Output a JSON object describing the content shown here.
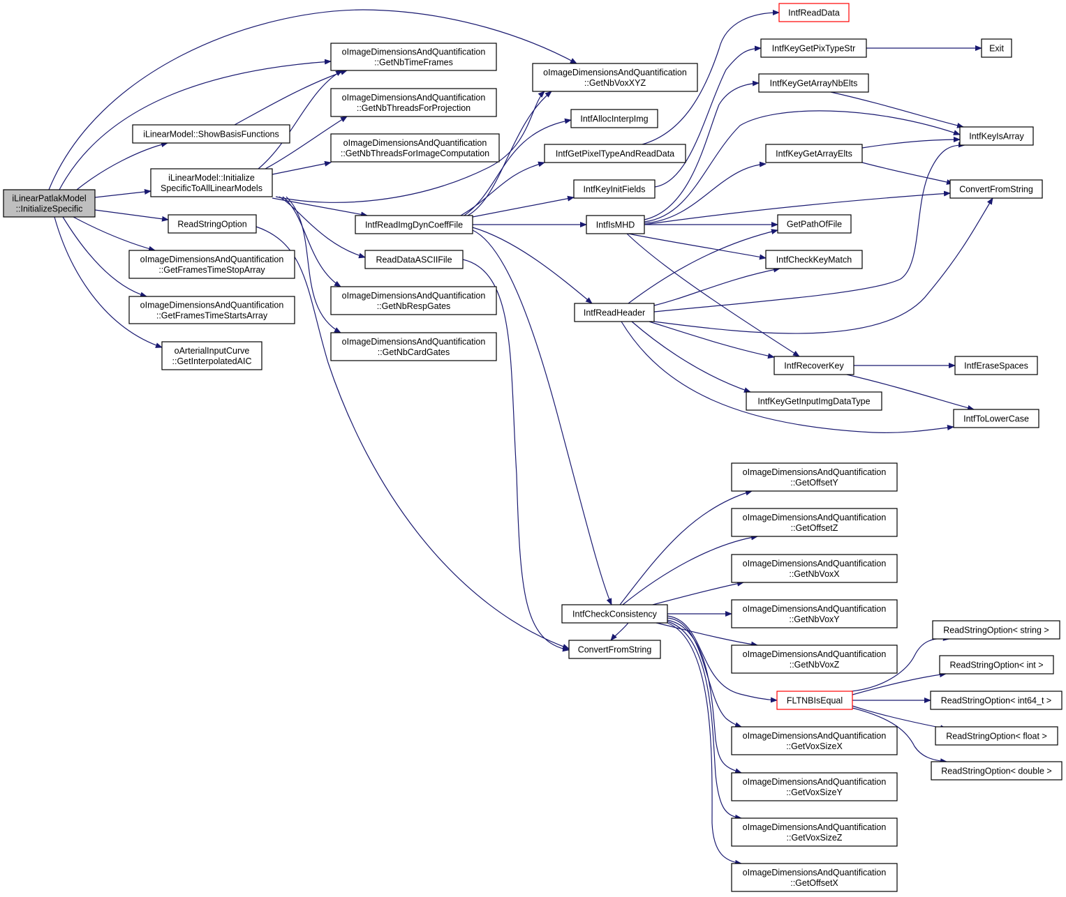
{
  "graph": {
    "edge_color": "#191970",
    "root_fill": "#bfbfbf",
    "highlight_border": "#ff0000",
    "nodes": {
      "root": {
        "lines": [
          "iLinearPatlakModel",
          "::InitializeSpecific"
        ]
      },
      "nbTimeFrames": {
        "lines": [
          "oImageDimensionsAndQuantification",
          "::GetNbTimeFrames"
        ]
      },
      "threadsProj": {
        "lines": [
          "oImageDimensionsAndQuantification",
          "::GetNbThreadsForProjection"
        ]
      },
      "threadsImg": {
        "lines": [
          "oImageDimensionsAndQuantification",
          "::GetNbThreadsForImageComputation"
        ]
      },
      "showBasis": {
        "lines": [
          "iLinearModel::ShowBasisFunctions"
        ]
      },
      "initSpecAll": {
        "lines": [
          "iLinearModel::Initialize",
          "SpecificToAllLinearModels"
        ]
      },
      "readStrOpt": {
        "lines": [
          "ReadStringOption"
        ]
      },
      "stopArray": {
        "lines": [
          "oImageDimensionsAndQuantification",
          "::GetFramesTimeStopArray"
        ]
      },
      "startsArray": {
        "lines": [
          "oImageDimensionsAndQuantification",
          "::GetFramesTimeStartsArray"
        ]
      },
      "aic": {
        "lines": [
          "oArterialInputCurve",
          "::GetInterpolatedAIC"
        ]
      },
      "respGates": {
        "lines": [
          "oImageDimensionsAndQuantification",
          "::GetNbRespGates"
        ]
      },
      "cardGates": {
        "lines": [
          "oImageDimensionsAndQuantification",
          "::GetNbCardGates"
        ]
      },
      "dynCoeff": {
        "lines": [
          "IntfReadImgDynCoeffFile"
        ]
      },
      "ascii": {
        "lines": [
          "ReadDataASCIIFile"
        ]
      },
      "nbVoxXYZ": {
        "lines": [
          "oImageDimensionsAndQuantification",
          "::GetNbVoxXYZ"
        ]
      },
      "allocInterp": {
        "lines": [
          "IntfAllocInterpImg"
        ]
      },
      "pixelType": {
        "lines": [
          "IntfGetPixelTypeAndReadData"
        ]
      },
      "initFields": {
        "lines": [
          "IntfKeyInitFields"
        ]
      },
      "isMHD": {
        "lines": [
          "IntfIsMHD"
        ]
      },
      "readHeader": {
        "lines": [
          "IntfReadHeader"
        ]
      },
      "checkCons": {
        "lines": [
          "IntfCheckConsistency"
        ]
      },
      "convertMid": {
        "lines": [
          "ConvertFromString"
        ]
      },
      "readData": {
        "lines": [
          "IntfReadData"
        ]
      },
      "pixTypeStr": {
        "lines": [
          "IntfKeyGetPixTypeStr"
        ]
      },
      "arrayNbElts": {
        "lines": [
          "IntfKeyGetArrayNbElts"
        ]
      },
      "arrayElts": {
        "lines": [
          "IntfKeyGetArrayElts"
        ]
      },
      "pathOfFile": {
        "lines": [
          "GetPathOfFile"
        ]
      },
      "checkKey": {
        "lines": [
          "IntfCheckKeyMatch"
        ]
      },
      "recoverKey": {
        "lines": [
          "IntfRecoverKey"
        ]
      },
      "inputImg": {
        "lines": [
          "IntfKeyGetInputImgDataType"
        ]
      },
      "exit": {
        "lines": [
          "Exit"
        ]
      },
      "isArray": {
        "lines": [
          "IntfKeyIsArray"
        ]
      },
      "convertRight": {
        "lines": [
          "ConvertFromString"
        ]
      },
      "eraseSpaces": {
        "lines": [
          "IntfEraseSpaces"
        ]
      },
      "toLower": {
        "lines": [
          "IntfToLowerCase"
        ]
      },
      "offsetY": {
        "lines": [
          "oImageDimensionsAndQuantification",
          "::GetOffsetY"
        ]
      },
      "offsetZ": {
        "lines": [
          "oImageDimensionsAndQuantification",
          "::GetOffsetZ"
        ]
      },
      "nbVoxX": {
        "lines": [
          "oImageDimensionsAndQuantification",
          "::GetNbVoxX"
        ]
      },
      "nbVoxY": {
        "lines": [
          "oImageDimensionsAndQuantification",
          "::GetNbVoxY"
        ]
      },
      "nbVoxZ": {
        "lines": [
          "oImageDimensionsAndQuantification",
          "::GetNbVoxZ"
        ]
      },
      "fltnb": {
        "lines": [
          "FLTNBIsEqual"
        ]
      },
      "voxSizeX": {
        "lines": [
          "oImageDimensionsAndQuantification",
          "::GetVoxSizeX"
        ]
      },
      "voxSizeY": {
        "lines": [
          "oImageDimensionsAndQuantification",
          "::GetVoxSizeY"
        ]
      },
      "voxSizeZ": {
        "lines": [
          "oImageDimensionsAndQuantification",
          "::GetVoxSizeZ"
        ]
      },
      "offsetX": {
        "lines": [
          "oImageDimensionsAndQuantification",
          "::GetOffsetX"
        ]
      },
      "rsoString": {
        "lines": [
          "ReadStringOption< string >"
        ]
      },
      "rsoInt": {
        "lines": [
          "ReadStringOption< int >"
        ]
      },
      "rsoInt64": {
        "lines": [
          "ReadStringOption< int64_t >"
        ]
      },
      "rsoFloat": {
        "lines": [
          "ReadStringOption< float >"
        ]
      },
      "rsoDouble": {
        "lines": [
          "ReadStringOption< double >"
        ]
      }
    }
  }
}
